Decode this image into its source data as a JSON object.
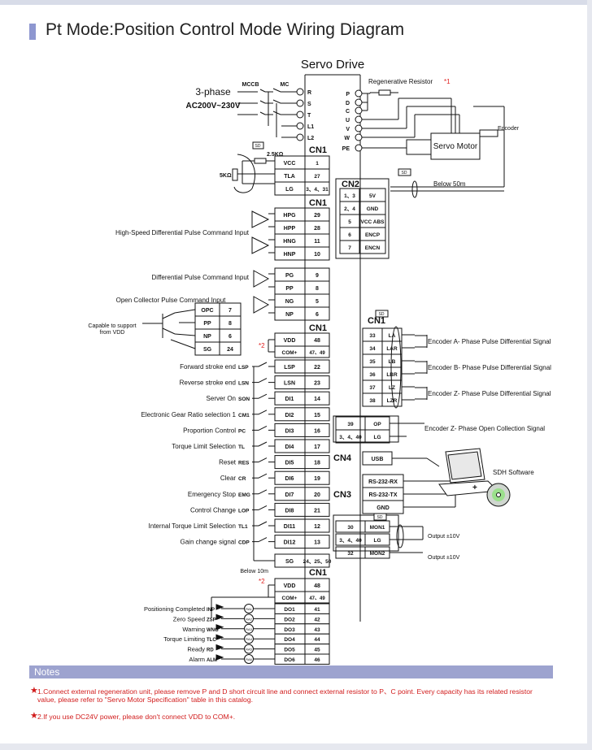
{
  "title": "Pt Mode:Position Control Mode Wiring Diagram",
  "servo_drive": "Servo Drive",
  "power": {
    "phase": "3-phase",
    "voltage": "AC200V~230V",
    "mccb": "MCCB",
    "mc": "MC",
    "terminals": [
      "R",
      "S",
      "T",
      "L1",
      "L2"
    ]
  },
  "regen": {
    "label": "Regenerative Resistor",
    "mark": "*1",
    "terminals": [
      "P",
      "D",
      "C",
      "U",
      "V",
      "W",
      "PE"
    ]
  },
  "motor": {
    "label": "Servo Motor",
    "encoder": "Encoder"
  },
  "sd": "SD",
  "resistor_25k": "2.5KΩ",
  "pot_5k": "5KΩ",
  "cn1_top": {
    "label": "CN1",
    "rows": [
      [
        "VCC",
        "1"
      ],
      [
        "TLA",
        "27"
      ],
      [
        "LG",
        "3、4、31"
      ]
    ]
  },
  "cn1_hpulse": {
    "label": "CN1",
    "rows": [
      [
        "HPG",
        "29"
      ],
      [
        "HPP",
        "28"
      ],
      [
        "HNG",
        "11"
      ],
      [
        "HNP",
        "10"
      ]
    ]
  },
  "cn1_pulse": {
    "rows": [
      [
        "PG",
        "9"
      ],
      [
        "PP",
        "8"
      ],
      [
        "NG",
        "5"
      ],
      [
        "NP",
        "6"
      ]
    ]
  },
  "open_collector": {
    "rows": [
      [
        "OPC",
        "7"
      ],
      [
        "PP",
        "8"
      ],
      [
        "NP",
        "6"
      ],
      [
        "SG",
        "24"
      ]
    ]
  },
  "labels": {
    "high_speed": "High-Speed Differential Pulse Command Input",
    "diff_pulse": "Differential Pulse Command Input",
    "open_collector": "Open Collector Pulse Command Input",
    "capable": "Capable to support",
    "from_vdd": "from VDD",
    "below_50m": "Below 50m",
    "below_10m": "Below 10m",
    "mark2": "*2",
    "sdh": "SDH Software",
    "output1": "Output ±10V",
    "output2": "Output ±10V"
  },
  "cn2": {
    "label": "CN2",
    "rows": [
      [
        "1、3",
        "5V"
      ],
      [
        "2、4",
        "GND"
      ],
      [
        "5",
        "VCC ABS"
      ],
      [
        "6",
        "ENCP"
      ],
      [
        "7",
        "ENCN"
      ]
    ]
  },
  "cn1_inputs": {
    "label": "CN1",
    "rows": [
      [
        "Forward stroke end",
        "LSP",
        "LSP",
        "22"
      ],
      [
        "Reverse stroke end",
        "LSN",
        "LSN",
        "23"
      ],
      [
        "Server On",
        "SON",
        "DI1",
        "14"
      ],
      [
        "Electronic Gear Ratio selection 1",
        "CM1",
        "DI2",
        "15"
      ],
      [
        "Proportion Control",
        "PC",
        "DI3",
        "16"
      ],
      [
        "Torque Limit Selection",
        "TL",
        "DI4",
        "17"
      ],
      [
        "Reset",
        "RES",
        "DI5",
        "18"
      ],
      [
        "Clear",
        "CR",
        "DI6",
        "19"
      ],
      [
        "Emergency Stop",
        "EMG",
        "DI7",
        "20"
      ],
      [
        "Control Change",
        "LOP",
        "DI8",
        "21"
      ],
      [
        "Internal Torque Limit Selection",
        "TL1",
        "DI11",
        "12"
      ],
      [
        "Gain change signal",
        "CDP",
        "DI12",
        "13"
      ]
    ],
    "vdd": [
      "VDD",
      "48"
    ],
    "com": [
      "COM+",
      "47、49"
    ],
    "sg": [
      "SG",
      "24、25、50"
    ]
  },
  "cn1_encoder": {
    "label": "CN1",
    "rows": [
      [
        "33",
        "LA"
      ],
      [
        "34",
        "LAR"
      ],
      [
        "35",
        "LB"
      ],
      [
        "36",
        "LBR"
      ],
      [
        "37",
        "LZ"
      ],
      [
        "38",
        "LZR"
      ]
    ],
    "signals": [
      "Encoder A- Phase Pulse Differential Signal",
      "Encoder B- Phase Pulse Differential Signal",
      "Encoder Z- Phase Pulse Differential Signal"
    ]
  },
  "cn1_op": {
    "rows": [
      [
        "39",
        "OP"
      ],
      [
        "3、4、40",
        "LG"
      ]
    ],
    "signal": "Encoder Z- Phase Open Collection Signal"
  },
  "cn4": {
    "label": "CN4",
    "pin": "USB"
  },
  "cn3": {
    "label": "CN3",
    "rows": [
      "RS-232-RX",
      "RS-232-TX",
      "GND"
    ]
  },
  "cn1_mon": {
    "rows": [
      [
        "30",
        "MON1"
      ],
      [
        "3、4、40",
        "LG"
      ],
      [
        "32",
        "MON2"
      ]
    ]
  },
  "cn1_outputs": {
    "label": "CN1",
    "vdd": [
      "VDD",
      "48"
    ],
    "com": [
      "COM+",
      "47、49"
    ],
    "rows": [
      [
        "Positioning Completed",
        "INP",
        "RA1",
        "DO1",
        "41"
      ],
      [
        "Zero Speed",
        "ZSP",
        "RA2",
        "DO2",
        "42"
      ],
      [
        "Warning",
        "WNG",
        "RA3",
        "DO3",
        "43"
      ],
      [
        "Torque Limiting",
        "TLC",
        "RA4",
        "DO4",
        "44"
      ],
      [
        "Ready",
        "RD",
        "RA5",
        "DO5",
        "45"
      ],
      [
        "Alarm",
        "ALM",
        "RA6",
        "DO6",
        "46"
      ]
    ]
  },
  "notes": {
    "title": "Notes",
    "n1": "1.Connect external regeneration unit, please remove P and D short circuit line and connect external resistor to P、C point. Every capacity has its related resistor value, please refer to \"Servo Motor Specification\" table in this catalog.",
    "n2": "2.If you use DC24V power, please don't connect VDD to COM+."
  },
  "colors": {
    "accent": "#8e97d0",
    "note_red": "#d11c1c",
    "mark_red": "#e0201f"
  }
}
